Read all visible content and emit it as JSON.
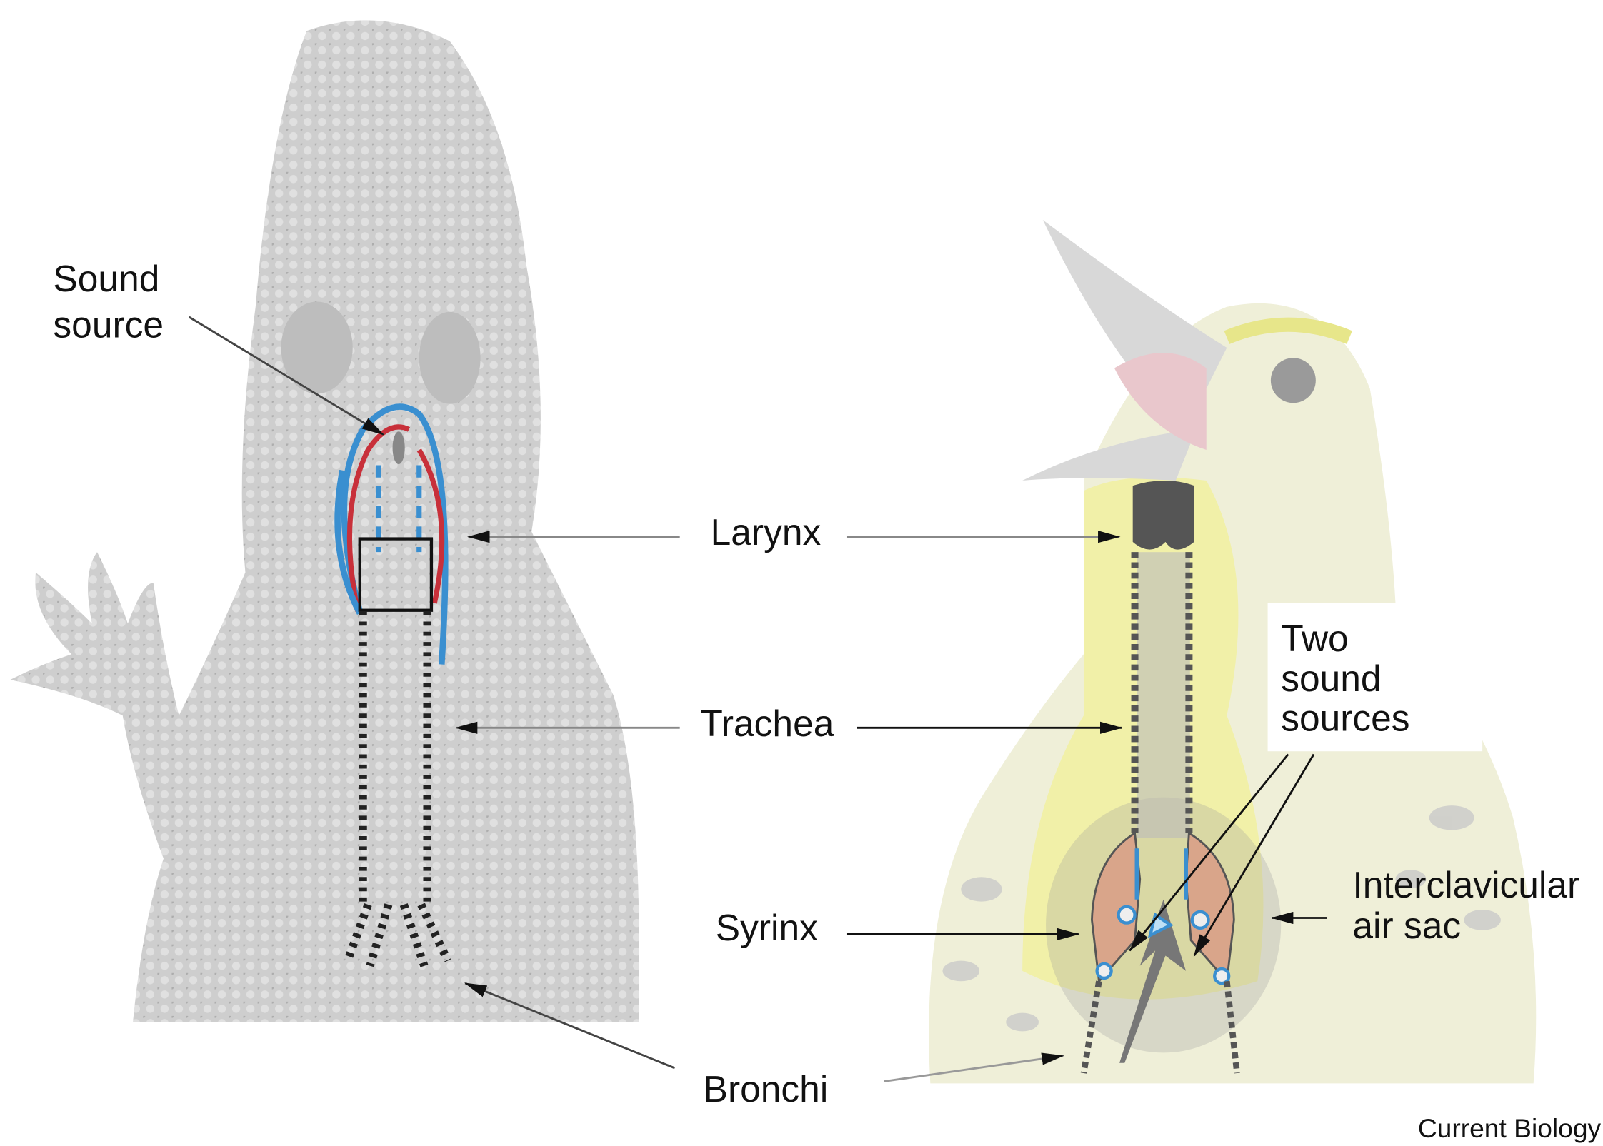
{
  "labels": {
    "sound_source": [
      "Sound",
      "source"
    ],
    "larynx": "Larynx",
    "trachea": "Trachea",
    "syrinx": "Syrinx",
    "bronchi": "Bronchi",
    "two_sound_sources": [
      "Two",
      "sound",
      "sources"
    ],
    "interclavicular_air_sac": [
      "Interclavicular",
      "air sac"
    ]
  },
  "credit": "Current Biology",
  "colors": {
    "lizard": "#cfcfcf",
    "bird_yellow": "#f1f0a8",
    "vocal_fold_blue": "#3a8fd0",
    "muscle_red": "#c8303a",
    "cartilage": "#555555"
  }
}
